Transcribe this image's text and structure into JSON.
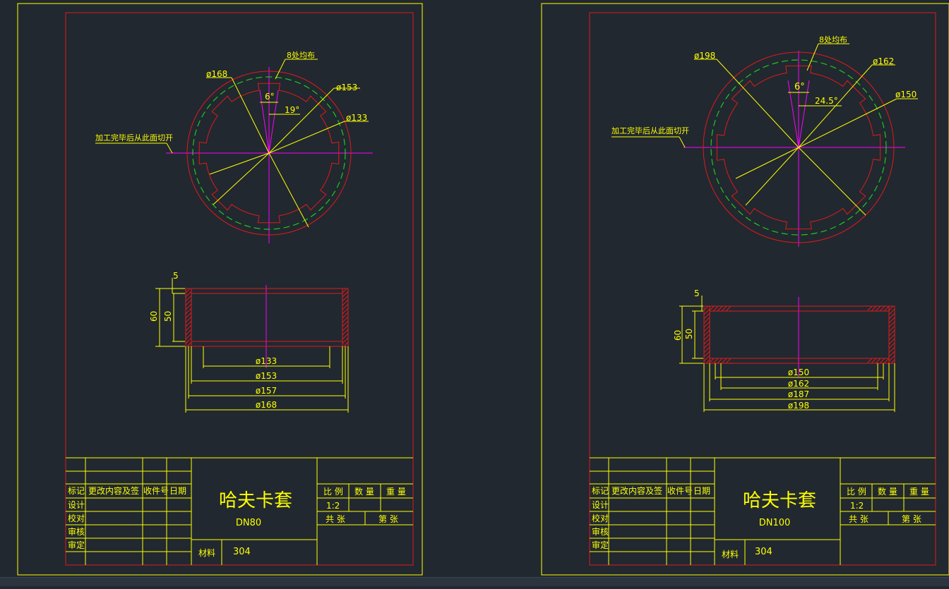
{
  "colors": {
    "background": "#212830",
    "frame": "#ffff00",
    "outline": "#e01a1a",
    "centerline": "#ff00ff",
    "hidden": "#1ec81e"
  },
  "sheets": [
    {
      "id": "dn80",
      "part_name": "哈夫卡套",
      "part_size": "DN80",
      "material_label": "材料",
      "material": "304",
      "scale": "1:2",
      "note_cut": "加工完毕后从此面切开",
      "note_slots": "8处均布",
      "angle_slot": "6°",
      "angle_pitch": "19°",
      "top_dims": [
        "ø168",
        "ø153",
        "ø133"
      ],
      "section_dims": [
        "ø133",
        "ø153",
        "ø157",
        "ø168"
      ],
      "height_total": "60",
      "height_inner": "50",
      "wall": "5"
    },
    {
      "id": "dn100",
      "part_name": "哈夫卡套",
      "part_size": "DN100",
      "material_label": "材料",
      "material": "304",
      "scale": "1:2",
      "note_cut": "加工完毕后从此面切开",
      "note_slots": "8处均布",
      "angle_slot": "6°",
      "angle_pitch": "24.5°",
      "top_dims": [
        "ø198",
        "ø162",
        "ø150"
      ],
      "section_dims": [
        "ø150",
        "ø162",
        "ø187",
        "ø198"
      ],
      "height_total": "60",
      "height_inner": "50",
      "wall": "5"
    }
  ],
  "title_block": {
    "rows": [
      "标记",
      "设计",
      "校对",
      "审核",
      "审定"
    ],
    "change_header": "更改内容及签",
    "doc_no": "收件号",
    "date": "日期",
    "scale_label": "比 例",
    "qty_label": "数 量",
    "weight_label": "重 量",
    "total_label": "共   张",
    "sheet_label": "第   张"
  }
}
